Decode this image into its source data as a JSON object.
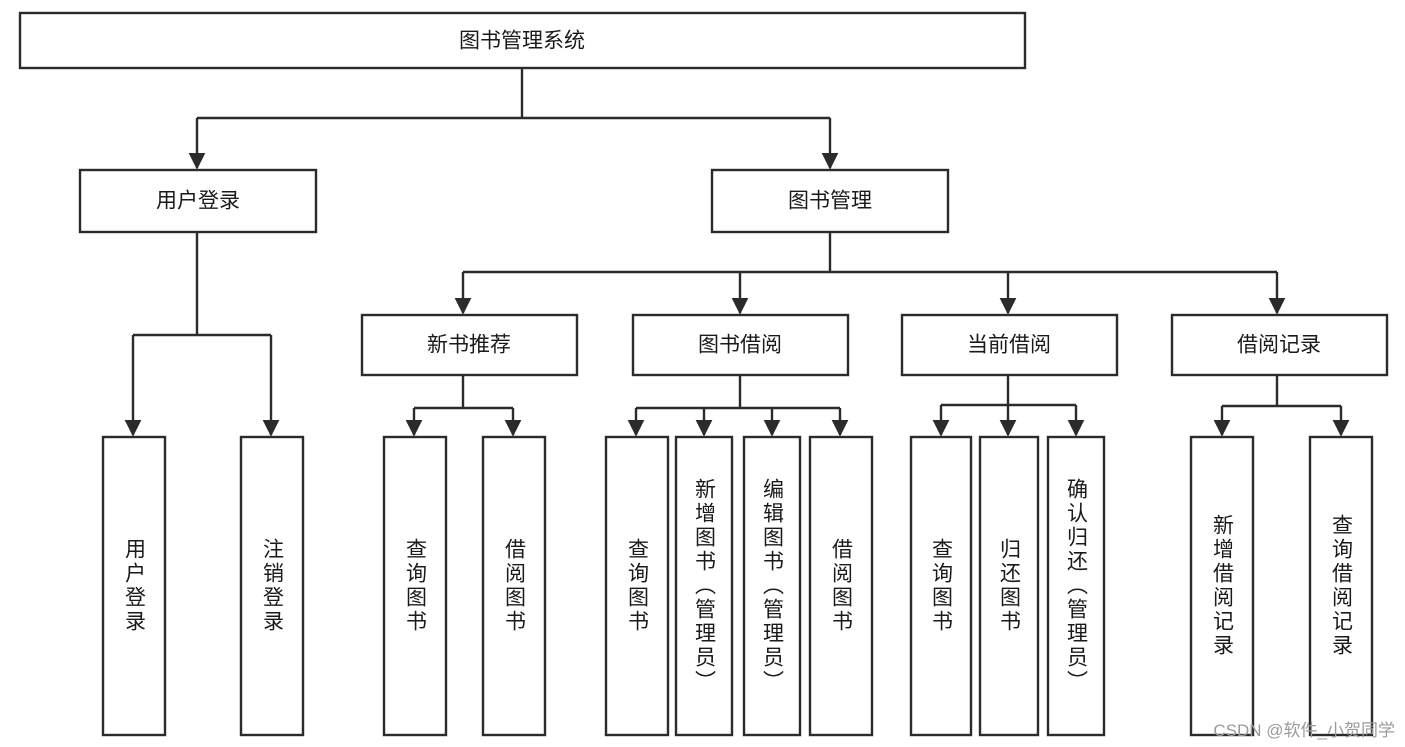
{
  "diagram": {
    "type": "tree-hierarchy-chart",
    "title": "图书管理系统",
    "orientation": "top-down",
    "colors": {
      "box_fill": "#ffffff",
      "box_stroke": "#2b2b2b",
      "edge": "#2b2b2b",
      "text": "#1a1a1a",
      "watermark": "#9b9b9b",
      "background": "#ffffff"
    },
    "root": {
      "id": "root",
      "label": "图书管理系统",
      "orientation": "horizontal"
    },
    "level2": [
      {
        "id": "user-login",
        "label": "用户登录",
        "orientation": "horizontal"
      },
      {
        "id": "book-management",
        "label": "图书管理",
        "orientation": "horizontal"
      }
    ],
    "level3": [
      {
        "id": "new-book-recommend",
        "label": "新书推荐",
        "orientation": "horizontal",
        "parent": "book-management"
      },
      {
        "id": "book-borrow",
        "label": "图书借阅",
        "orientation": "horizontal",
        "parent": "book-management"
      },
      {
        "id": "current-borrow",
        "label": "当前借阅",
        "orientation": "horizontal",
        "parent": "book-management"
      },
      {
        "id": "borrow-record",
        "label": "借阅记录",
        "orientation": "horizontal",
        "parent": "book-management"
      }
    ],
    "leaves": [
      {
        "id": "leaf-user-login",
        "label": "用户登录",
        "orientation": "vertical",
        "parent": "user-login"
      },
      {
        "id": "leaf-logout-login",
        "label": "注销登录",
        "orientation": "vertical",
        "parent": "user-login"
      },
      {
        "id": "leaf-query-book-1",
        "label": "查询图书",
        "orientation": "vertical",
        "parent": "new-book-recommend"
      },
      {
        "id": "leaf-borrow-book-1",
        "label": "借阅图书",
        "orientation": "vertical",
        "parent": "new-book-recommend"
      },
      {
        "id": "leaf-query-book-2",
        "label": "查询图书",
        "orientation": "vertical",
        "parent": "book-borrow"
      },
      {
        "id": "leaf-add-book",
        "label": "新增图书（管理员）",
        "orientation": "vertical",
        "parent": "book-borrow"
      },
      {
        "id": "leaf-edit-book",
        "label": "编辑图书（管理员）",
        "orientation": "vertical",
        "parent": "book-borrow"
      },
      {
        "id": "leaf-borrow-book-2",
        "label": "借阅图书",
        "orientation": "vertical",
        "parent": "book-borrow"
      },
      {
        "id": "leaf-query-book-3",
        "label": "查询图书",
        "orientation": "vertical",
        "parent": "current-borrow"
      },
      {
        "id": "leaf-return-book",
        "label": "归还图书",
        "orientation": "vertical",
        "parent": "current-borrow"
      },
      {
        "id": "leaf-confirm-return",
        "label": "确认归还（管理员）",
        "orientation": "vertical",
        "parent": "current-borrow"
      },
      {
        "id": "leaf-add-record",
        "label": "新增借阅记录",
        "orientation": "vertical",
        "parent": "borrow-record"
      },
      {
        "id": "leaf-query-record",
        "label": "查询借阅记录",
        "orientation": "vertical",
        "parent": "borrow-record"
      }
    ]
  },
  "watermark": {
    "text": "CSDN @软件_小贺同学"
  }
}
